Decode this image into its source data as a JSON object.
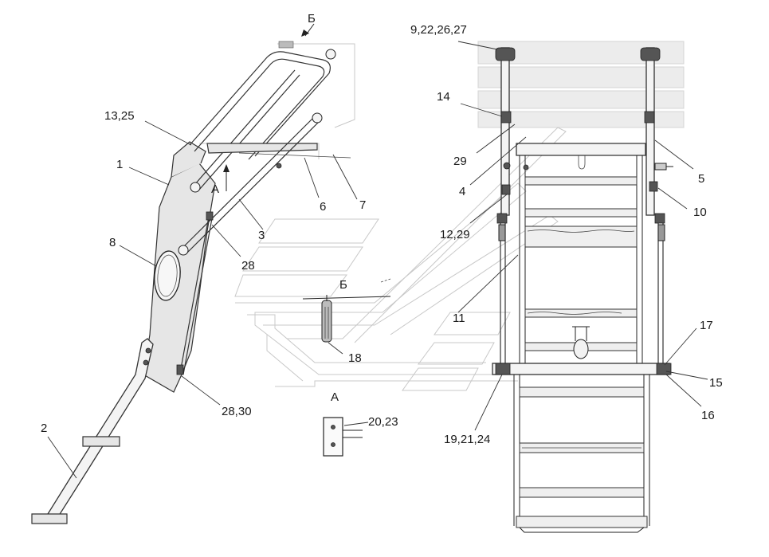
{
  "callouts": {
    "view_b_top": "Б",
    "label_13_25": "13,25",
    "label_1": "1",
    "label_a_arrow": "А",
    "label_6": "6",
    "label_7": "7",
    "label_3": "3",
    "label_8": "8",
    "label_28": "28",
    "label_2": "2",
    "label_28_30": "28,30",
    "label_b_mid": "Б",
    "label_18": "18",
    "view_a": "А",
    "label_20_23": "20,23",
    "label_9_22_26_27": "9,22,26,27",
    "label_14": "14",
    "label_29": "29",
    "label_4": "4",
    "label_5": "5",
    "label_10": "10",
    "label_12_29": "12,29",
    "label_11": "11",
    "label_17": "17",
    "label_15": "15",
    "label_16": "16",
    "label_19_21_24": "19,21,24"
  },
  "colors": {
    "line": "#222222",
    "panel": "#e6e6e6",
    "ghost": "#c8c8c8"
  }
}
